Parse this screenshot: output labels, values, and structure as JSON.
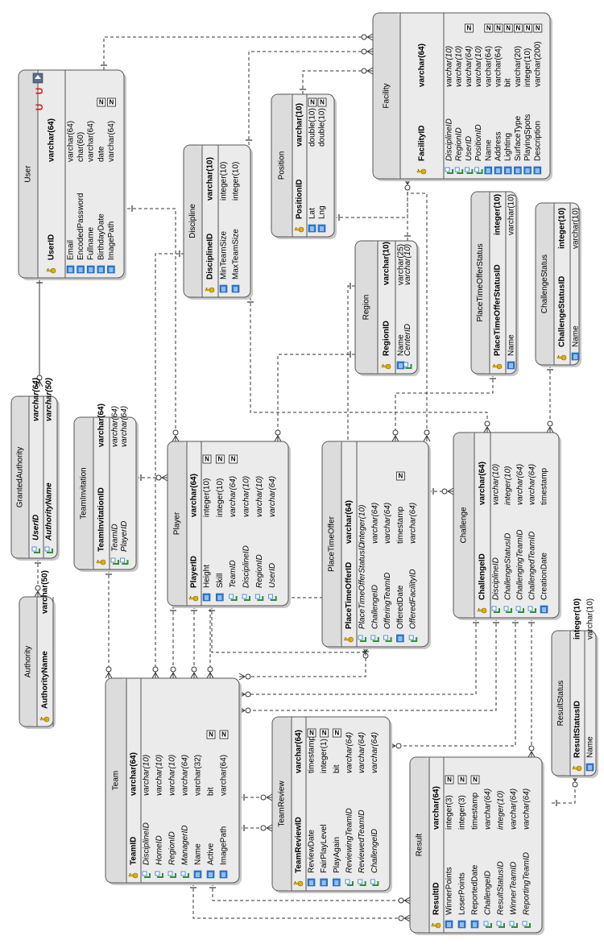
{
  "entities": {
    "facility": {
      "name": "Facility",
      "columns": [
        {
          "name": "FacilityID",
          "type": "varchar(64)",
          "role": "pk",
          "nullable": false
        },
        {
          "name": "DisciplineID",
          "type": "varchar(10)",
          "role": "fk",
          "nullable": false
        },
        {
          "name": "RegionID",
          "type": "varchar(10)",
          "role": "fk",
          "nullable": false
        },
        {
          "name": "UserID",
          "type": "varchar(64)",
          "role": "fk",
          "nullable": true
        },
        {
          "name": "PositionID",
          "type": "varchar(10)",
          "role": "fk",
          "nullable": false
        },
        {
          "name": "Name",
          "type": "varchar(64)",
          "role": "col",
          "nullable": true
        },
        {
          "name": "Address",
          "type": "varchar(64)",
          "role": "col",
          "nullable": true
        },
        {
          "name": "Lighting",
          "type": "bit",
          "role": "col",
          "nullable": true
        },
        {
          "name": "SurfaceType",
          "type": "varchar(20)",
          "role": "col",
          "nullable": true
        },
        {
          "name": "PlayingSpots",
          "type": "integer(10)",
          "role": "col",
          "nullable": true
        },
        {
          "name": "Description",
          "type": "varchar(200)",
          "role": "col",
          "nullable": true
        }
      ]
    },
    "user": {
      "name": "User",
      "columns": [
        {
          "name": "UserID",
          "type": "varchar(64)",
          "role": "pk",
          "nullable": false
        },
        {
          "name": "Email",
          "type": "varchar(64)",
          "role": "col",
          "nullable": false
        },
        {
          "name": "EncodedPassword",
          "type": "char(60)",
          "role": "col",
          "nullable": false
        },
        {
          "name": "Fullname",
          "type": "varchar(64)",
          "role": "col",
          "nullable": false
        },
        {
          "name": "BirthdayDate",
          "type": "date",
          "role": "col",
          "nullable": true
        },
        {
          "name": "ImagePath",
          "type": "varchar(64)",
          "role": "col",
          "nullable": true
        }
      ]
    },
    "position": {
      "name": "Position",
      "columns": [
        {
          "name": "PositionID",
          "type": "varchar(10)",
          "role": "pk",
          "nullable": false
        },
        {
          "name": "Lat",
          "type": "double(10)",
          "role": "col",
          "nullable": true
        },
        {
          "name": "Lng",
          "type": "double(10)",
          "role": "col",
          "nullable": true
        }
      ]
    },
    "discipline": {
      "name": "Discipline",
      "columns": [
        {
          "name": "DisciplineID",
          "type": "varchar(10)",
          "role": "pk",
          "nullable": false
        },
        {
          "name": "MinTeamSize",
          "type": "integer(10)",
          "role": "col",
          "nullable": false
        },
        {
          "name": "MaxTeamSize",
          "type": "integer(10)",
          "role": "col",
          "nullable": false
        }
      ]
    },
    "region": {
      "name": "Region",
      "columns": [
        {
          "name": "RegionID",
          "type": "varchar(10)",
          "role": "pk",
          "nullable": false
        },
        {
          "name": "Name",
          "type": "varchar(25)",
          "role": "col",
          "nullable": false
        },
        {
          "name": "CenterID",
          "type": "varchar(10)",
          "role": "fk",
          "nullable": false
        }
      ]
    },
    "placeTimeOfferStatus": {
      "name": "PlaceTimeOfferStatus",
      "columns": [
        {
          "name": "PlaceTimeOfferStatusID",
          "type": "integer(10)",
          "role": "pk",
          "nullable": false
        },
        {
          "name": "Name",
          "type": "varchar(10)",
          "role": "col",
          "nullable": false
        }
      ]
    },
    "challengeStatus": {
      "name": "ChallengeStatus",
      "columns": [
        {
          "name": "ChallengeStatusID",
          "type": "integer(10)",
          "role": "pk",
          "nullable": false
        },
        {
          "name": "Name",
          "type": "varchar(10)",
          "role": "col",
          "nullable": false
        }
      ]
    },
    "grantedAuthority": {
      "name": "GrantedAuthority",
      "columns": [
        {
          "name": "UserID",
          "type": "varchar(64)",
          "role": "pkfk",
          "nullable": false
        },
        {
          "name": "AuthorityName",
          "type": "varchar(50)",
          "role": "pkfk",
          "nullable": false
        }
      ]
    },
    "teamInvitation": {
      "name": "TeamInvitation",
      "columns": [
        {
          "name": "TeamInvitationID",
          "type": "varchar(64)",
          "role": "pk",
          "nullable": false
        },
        {
          "name": "TeamID",
          "type": "varchar(64)",
          "role": "fk",
          "nullable": false
        },
        {
          "name": "PlayerID",
          "type": "varchar(64)",
          "role": "fk",
          "nullable": false
        }
      ]
    },
    "player": {
      "name": "Player",
      "columns": [
        {
          "name": "PlayerID",
          "type": "varchar(64)",
          "role": "pk",
          "nullable": false
        },
        {
          "name": "Height",
          "type": "integer(10)",
          "role": "col",
          "nullable": true
        },
        {
          "name": "Skill",
          "type": "integer(10)",
          "role": "col",
          "nullable": true
        },
        {
          "name": "TeamID",
          "type": "varchar(64)",
          "role": "fk",
          "nullable": true
        },
        {
          "name": "DisciplineID",
          "type": "varchar(10)",
          "role": "fk",
          "nullable": false
        },
        {
          "name": "RegionID",
          "type": "varchar(10)",
          "role": "fk",
          "nullable": false
        },
        {
          "name": "UserID",
          "type": "varchar(64)",
          "role": "fk",
          "nullable": false
        }
      ]
    },
    "placeTimeOffer": {
      "name": "PlaceTimeOffer",
      "columns": [
        {
          "name": "PlaceTimeOfferID",
          "type": "varchar(64)",
          "role": "pk",
          "nullable": false
        },
        {
          "name": "PlaceTimeOfferStatusID",
          "type": "integer(10)",
          "role": "fk",
          "nullable": false
        },
        {
          "name": "ChallengeID",
          "type": "varchar(64)",
          "role": "fk",
          "nullable": false
        },
        {
          "name": "OfferingTeamID",
          "type": "varchar(64)",
          "role": "fk",
          "nullable": false
        },
        {
          "name": "OfferedDate",
          "type": "timestamp",
          "role": "col",
          "nullable": true
        },
        {
          "name": "OfferedFacilityID",
          "type": "varchar(64)",
          "role": "fk",
          "nullable": false
        }
      ]
    },
    "challenge": {
      "name": "Challenge",
      "columns": [
        {
          "name": "ChallengeID",
          "type": "varchar(64)",
          "role": "pk",
          "nullable": false
        },
        {
          "name": "DisciplineID",
          "type": "varchar(10)",
          "role": "fk",
          "nullable": false
        },
        {
          "name": "ChallengeStatusID",
          "type": "integer(10)",
          "role": "fk",
          "nullable": false
        },
        {
          "name": "ChallengingTeamID",
          "type": "varchar(64)",
          "role": "fk",
          "nullable": false
        },
        {
          "name": "ChallengedTeamID",
          "type": "varchar(64)",
          "role": "fk",
          "nullable": false
        },
        {
          "name": "CreationDate",
          "type": "timestamp",
          "role": "col",
          "nullable": false
        }
      ]
    },
    "authority": {
      "name": "Authority",
      "columns": [
        {
          "name": "AuthorityName",
          "type": "varchar(50)",
          "role": "pk",
          "nullable": false
        }
      ]
    },
    "team": {
      "name": "Team",
      "columns": [
        {
          "name": "TeamID",
          "type": "varchar(64)",
          "role": "pk",
          "nullable": false
        },
        {
          "name": "DisciplineID",
          "type": "varchar(10)",
          "role": "fk",
          "nullable": false
        },
        {
          "name": "HomeID",
          "type": "varchar(10)",
          "role": "fk",
          "nullable": false
        },
        {
          "name": "RegionID",
          "type": "varchar(10)",
          "role": "fk",
          "nullable": false
        },
        {
          "name": "ManagerID",
          "type": "varchar(64)",
          "role": "fk",
          "nullable": false
        },
        {
          "name": "Name",
          "type": "varchar(32)",
          "role": "col",
          "nullable": false
        },
        {
          "name": "Active",
          "type": "bit",
          "role": "col",
          "nullable": true
        },
        {
          "name": "ImagePath",
          "type": "varchar(64)",
          "role": "col",
          "nullable": true
        }
      ]
    },
    "teamReview": {
      "name": "TeamReview",
      "columns": [
        {
          "name": "TeamReviewID",
          "type": "varchar(64)",
          "role": "pk",
          "nullable": false
        },
        {
          "name": "ReviewDate",
          "type": "timestamp",
          "role": "col",
          "nullable": true
        },
        {
          "name": "FairPlayLevel",
          "type": "integer(1)",
          "role": "col",
          "nullable": true
        },
        {
          "name": "PlayAgain",
          "type": "bit",
          "role": "col",
          "nullable": true
        },
        {
          "name": "ReviewingTeamID",
          "type": "varchar(64)",
          "role": "fk",
          "nullable": false
        },
        {
          "name": "ReviewedTeamID",
          "type": "varchar(64)",
          "role": "fk",
          "nullable": false
        },
        {
          "name": "ChallengeID",
          "type": "varchar(64)",
          "role": "fk",
          "nullable": false
        }
      ]
    },
    "result": {
      "name": "Result",
      "columns": [
        {
          "name": "ResultID",
          "type": "varchar(64)",
          "role": "pk",
          "nullable": false
        },
        {
          "name": "WinnerPoints",
          "type": "integer(3)",
          "role": "col",
          "nullable": true
        },
        {
          "name": "LoserPoints",
          "type": "integer(3)",
          "role": "col",
          "nullable": true
        },
        {
          "name": "ReportedDate",
          "type": "timestamp",
          "role": "col",
          "nullable": true
        },
        {
          "name": "ChallengeID",
          "type": "varchar(64)",
          "role": "fk",
          "nullable": false
        },
        {
          "name": "ResultStatusID",
          "type": "integer(10)",
          "role": "fk",
          "nullable": false
        },
        {
          "name": "WinnerTeamID",
          "type": "varchar(64)",
          "role": "fk",
          "nullable": false
        },
        {
          "name": "ReportingTeamID",
          "type": "varchar(64)",
          "role": "fk",
          "nullable": false
        }
      ]
    },
    "resultStatus": {
      "name": "ResultStatus",
      "columns": [
        {
          "name": "ResultStatusID",
          "type": "integer(10)",
          "role": "pk",
          "nullable": false
        },
        {
          "name": "Name",
          "type": "varchar(10)",
          "role": "col",
          "nullable": false
        }
      ]
    }
  },
  "marks": {
    "nullable_glyph": "N",
    "unique_glyph": "U"
  },
  "colors": {
    "header_bg": "#dcdcdc",
    "body_bg": "#ebebeb",
    "border": "#555555",
    "line": "#333333",
    "key": "#e0b000",
    "fk": "#2f8f3a",
    "column_icon": "#2b7bd6"
  }
}
